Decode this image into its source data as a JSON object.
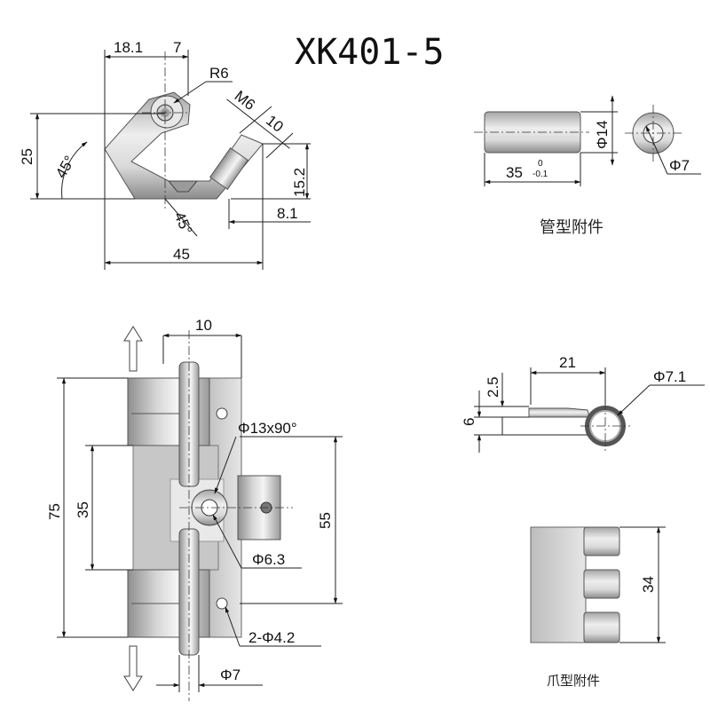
{
  "title": "XK401-5",
  "top_view": {
    "dim_18_1": "18.1",
    "dim_7": "7",
    "dim_R6": "R6",
    "dim_M6": "M6",
    "dim_10": "10",
    "dim_25": "25",
    "dim_45deg_left": "45°",
    "dim_15_2": "15.2",
    "dim_45deg_bottom": "45°",
    "dim_8_1": "8.1",
    "dim_45": "45"
  },
  "tube_attachment": {
    "dim_diameter_14": "Φ14",
    "dim_35": "35",
    "tol_upper": "0",
    "tol_lower": "-0.1",
    "dim_diameter_7": "Φ7",
    "caption": "管型附件"
  },
  "front_view": {
    "dim_10": "10",
    "dim_13x90": "Φ13x90°",
    "dim_75": "75",
    "dim_35": "35",
    "dim_55": "55",
    "dim_6_3": "Φ6.3",
    "dim_2x4_2": "2-Φ4.2",
    "dim_7": "Φ7"
  },
  "hook_attachment": {
    "dim_2_5": "2.5",
    "dim_21": "21",
    "dim_7_1": "Φ7.1",
    "dim_6": "6"
  },
  "claw_attachment": {
    "dim_34": "34",
    "caption": "爪型附件"
  }
}
